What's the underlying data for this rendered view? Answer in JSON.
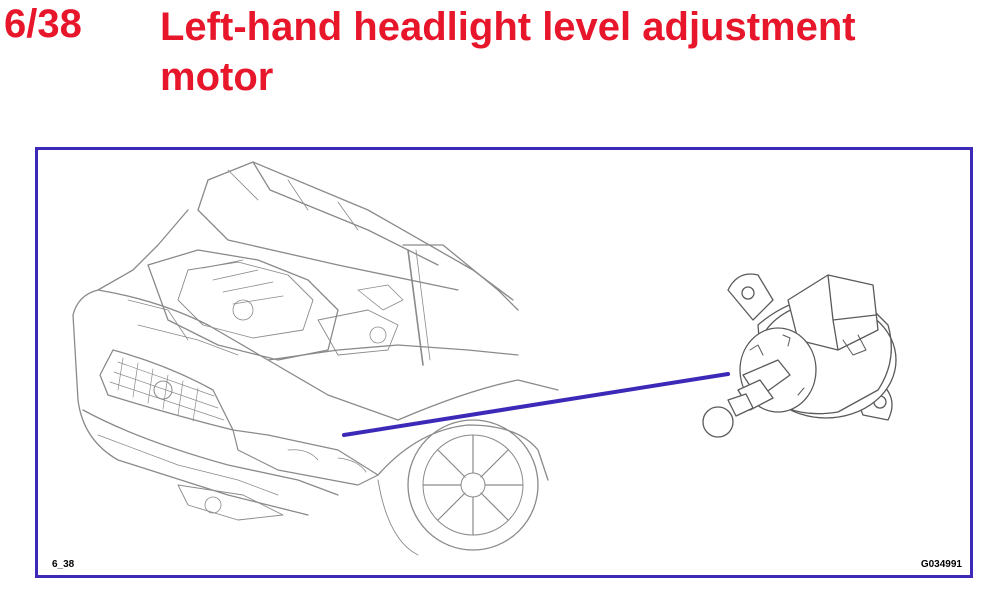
{
  "page": {
    "number": "6/38",
    "title": "Left-hand headlight level adjustment motor"
  },
  "figure": {
    "label_left": "6_38",
    "label_right": "G034991"
  },
  "colors": {
    "title": "#e8162b",
    "frame_border": "#3d29b8",
    "pointer_line": "#3d29b8",
    "drawing": "#8a8a8a"
  },
  "icons": {
    "car": "car-line-drawing-icon",
    "motor": "adjustment-motor-icon"
  }
}
